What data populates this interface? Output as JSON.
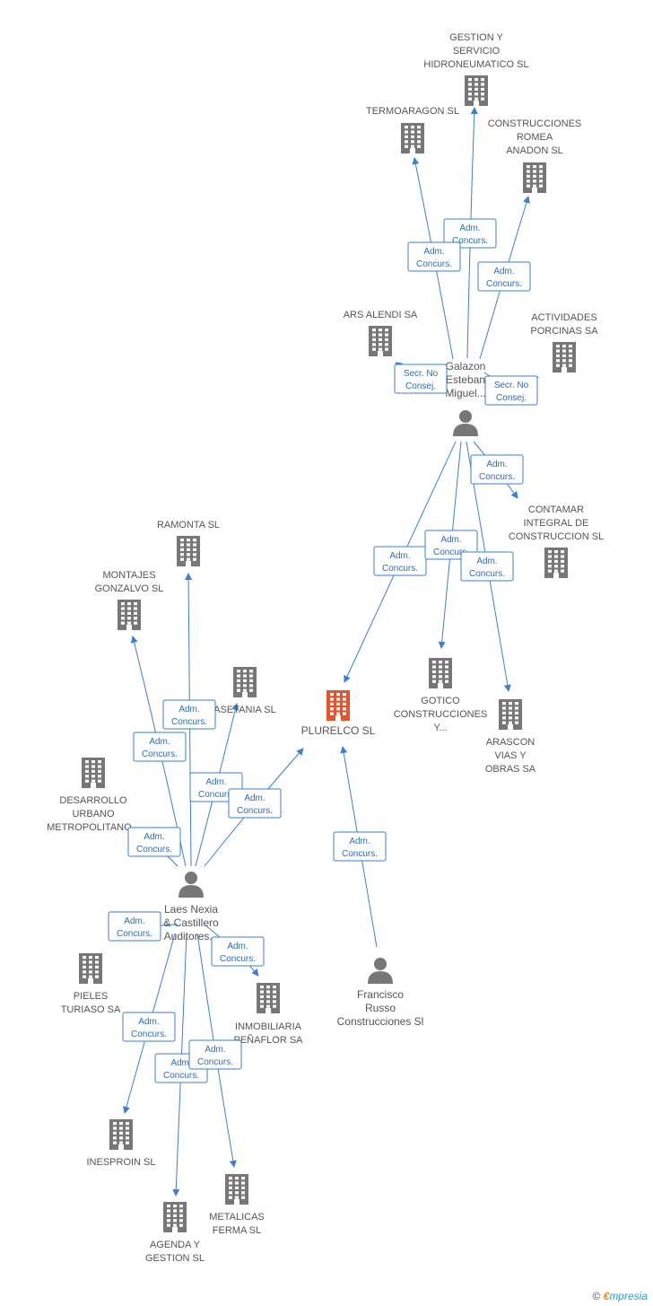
{
  "colors": {
    "edge": "#3a7fd5",
    "company": "#777777",
    "focus": "#e8532b",
    "person": "#777777"
  },
  "nodes": [
    {
      "id": "plurelco",
      "kind": "focus",
      "icon": "building-icon",
      "label": [
        "PLURELCO SL"
      ]
    },
    {
      "id": "galazon",
      "kind": "person",
      "icon": "person-icon",
      "label": [
        "Galazon",
        "Esteban",
        "Miguel..."
      ]
    },
    {
      "id": "laes",
      "kind": "person",
      "icon": "person-icon",
      "label": [
        "Laes Nexia",
        "& Castillero",
        "Auditores..."
      ]
    },
    {
      "id": "russo",
      "kind": "person",
      "icon": "person-icon",
      "label": [
        "Francisco",
        "Russo",
        "Construcciones Sl"
      ]
    },
    {
      "id": "gestion",
      "kind": "company",
      "icon": "building-icon",
      "label": [
        "GESTION Y",
        "SERVICIO",
        "HIDRONEUMATICO SL"
      ]
    },
    {
      "id": "termoaragon",
      "kind": "company",
      "icon": "building-icon",
      "label": [
        "TERMOARAGON SL"
      ]
    },
    {
      "id": "romea",
      "kind": "company",
      "icon": "building-icon",
      "label": [
        "CONSTRUCCIONES",
        "ROMEA",
        "ANADON SL"
      ]
    },
    {
      "id": "arsalendi",
      "kind": "company",
      "icon": "building-icon",
      "label": [
        "ARS ALENDI SA"
      ]
    },
    {
      "id": "porcinas",
      "kind": "company",
      "icon": "building-icon",
      "label": [
        "ACTIVIDADES",
        "PORCINAS SA"
      ]
    },
    {
      "id": "contamar",
      "kind": "company",
      "icon": "building-icon",
      "label": [
        "CONTAMAR",
        "INTEGRAL DE",
        "CONSTRUCCION SL"
      ]
    },
    {
      "id": "gotico",
      "kind": "company",
      "icon": "building-icon",
      "label": [
        "GOTICO",
        "CONSTRUCCIONES",
        "Y..."
      ]
    },
    {
      "id": "arascon",
      "kind": "company",
      "icon": "building-icon",
      "label": [
        "ARASCON",
        "VIAS Y",
        "OBRAS SA"
      ]
    },
    {
      "id": "ramonta",
      "kind": "company",
      "icon": "building-icon",
      "label": [
        "RAMONTA SL"
      ]
    },
    {
      "id": "montajes",
      "kind": "company",
      "icon": "building-icon",
      "label": [
        "MONTAJES",
        "GONZALVO SL"
      ]
    },
    {
      "id": "asetania",
      "kind": "company",
      "icon": "building-icon",
      "label": [
        "ASETANIA SL"
      ]
    },
    {
      "id": "desarrollo",
      "kind": "company",
      "icon": "building-icon",
      "label": [
        "DESARROLLO",
        "URBANO",
        "METROPOLITANO..."
      ]
    },
    {
      "id": "pieles",
      "kind": "company",
      "icon": "building-icon",
      "label": [
        "PIELES",
        "TURIASO SA"
      ]
    },
    {
      "id": "inmobiliaria",
      "kind": "company",
      "icon": "building-icon",
      "label": [
        "INMOBILIARIA",
        "PEÑAFLOR SA"
      ]
    },
    {
      "id": "inesproin",
      "kind": "company",
      "icon": "building-icon",
      "label": [
        "INESPROIN SL"
      ]
    },
    {
      "id": "agenda",
      "kind": "company",
      "icon": "building-icon",
      "label": [
        "AGENDA Y",
        "GESTION SL"
      ]
    },
    {
      "id": "metalicas",
      "kind": "company",
      "icon": "building-icon",
      "label": [
        "METALICAS",
        "FERMA SL"
      ]
    }
  ],
  "edges": [
    {
      "from": "galazon",
      "to": "gestion",
      "label": [
        "Adm.",
        "Concurs."
      ]
    },
    {
      "from": "galazon",
      "to": "termoaragon",
      "label": [
        "Adm.",
        "Concurs."
      ]
    },
    {
      "from": "galazon",
      "to": "romea",
      "label": [
        "Adm.",
        "Concurs."
      ]
    },
    {
      "from": "galazon",
      "to": "arsalendi",
      "label": [
        "Secr.  No",
        "Consej."
      ]
    },
    {
      "from": "galazon",
      "to": "porcinas",
      "label": [
        "Secr.  No",
        "Consej."
      ]
    },
    {
      "from": "galazon",
      "to": "contamar",
      "label": [
        "Adm.",
        "Concurs."
      ]
    },
    {
      "from": "galazon",
      "to": "plurelco",
      "label": [
        "Adm.",
        "Concurs."
      ]
    },
    {
      "from": "galazon",
      "to": "gotico",
      "label": [
        "Adm.",
        "Concurs."
      ]
    },
    {
      "from": "galazon",
      "to": "arascon",
      "label": [
        "Adm.",
        "Concurs."
      ]
    },
    {
      "from": "laes",
      "to": "ramonta",
      "label": [
        "Adm.",
        "Concurs."
      ]
    },
    {
      "from": "laes",
      "to": "montajes",
      "label": [
        "Adm.",
        "Concurs."
      ]
    },
    {
      "from": "laes",
      "to": "asetania",
      "label": [
        "Adm.",
        "Concurs."
      ]
    },
    {
      "from": "laes",
      "to": "plurelco",
      "label": [
        "Adm.",
        "Concurs."
      ]
    },
    {
      "from": "laes",
      "to": "desarrollo",
      "label": [
        "Adm.",
        "Concurs."
      ]
    },
    {
      "from": "laes",
      "to": "pieles",
      "label": [
        "Adm.",
        "Concurs."
      ]
    },
    {
      "from": "laes",
      "to": "inmobiliaria",
      "label": [
        "Adm.",
        "Concurs."
      ]
    },
    {
      "from": "laes",
      "to": "inesproin",
      "label": [
        "Adm.",
        "Concurs."
      ]
    },
    {
      "from": "laes",
      "to": "agenda",
      "label": [
        "Adm.",
        "Concurs."
      ]
    },
    {
      "from": "laes",
      "to": "metalicas",
      "label": [
        "Adm.",
        "Concurs."
      ]
    },
    {
      "from": "russo",
      "to": "plurelco",
      "label": [
        "Adm.",
        "Concurs."
      ]
    }
  ],
  "footer": {
    "copyright": "©",
    "brand_e": "€",
    "brand_rest": "mpresia"
  }
}
